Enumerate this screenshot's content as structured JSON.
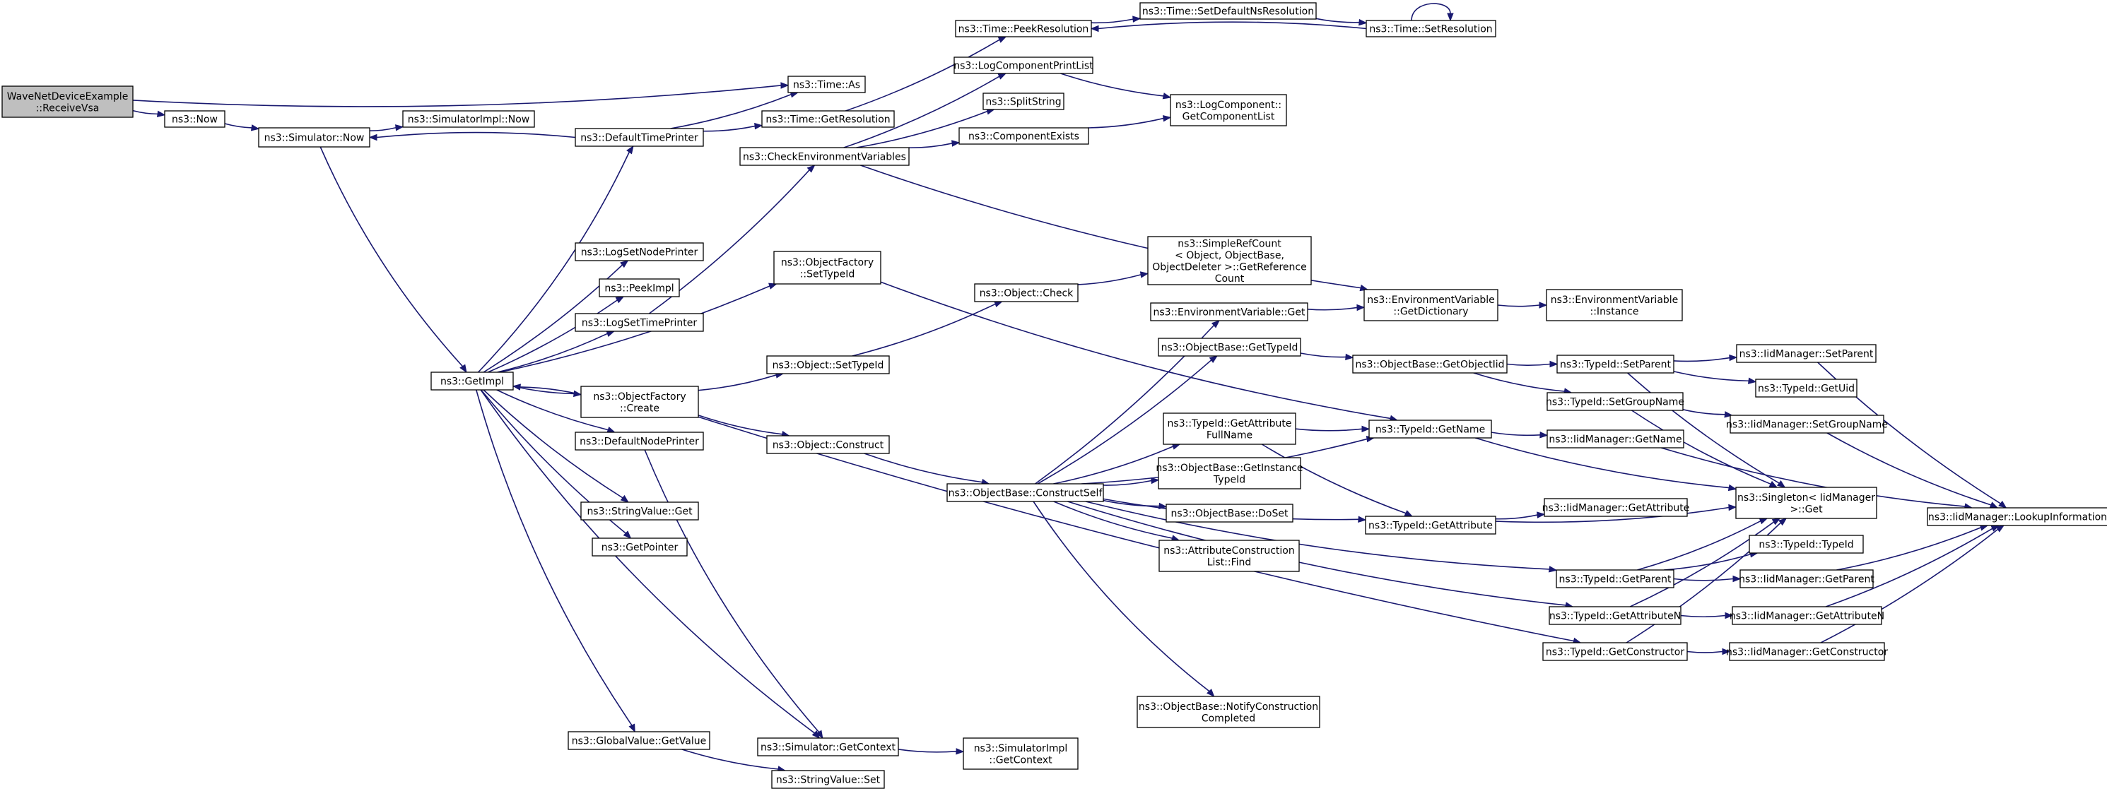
{
  "colors": {
    "node_fill": "#ffffff",
    "root_fill": "#bfbfbf",
    "node_border": "#000000",
    "edge": "#191970"
  },
  "nodes": [
    {
      "id": "receive",
      "lines": [
        "WaveNetDeviceExample",
        "::ReceiveVsa"
      ],
      "root": true
    },
    {
      "id": "now",
      "lines": [
        "ns3::Now"
      ]
    },
    {
      "id": "simnow",
      "lines": [
        "ns3::Simulator::Now"
      ]
    },
    {
      "id": "simimplnow",
      "lines": [
        "ns3::SimulatorImpl::Now"
      ]
    },
    {
      "id": "defprinter",
      "lines": [
        "ns3::DefaultTimePrinter"
      ]
    },
    {
      "id": "timeas",
      "lines": [
        "ns3::Time::As"
      ]
    },
    {
      "id": "getres",
      "lines": [
        "ns3::Time::GetResolution"
      ]
    },
    {
      "id": "peekres",
      "lines": [
        "ns3::Time::PeekResolution"
      ]
    },
    {
      "id": "setdefns",
      "lines": [
        "ns3::Time::SetDefaultNsResolution"
      ]
    },
    {
      "id": "setres",
      "lines": [
        "ns3::Time::SetResolution"
      ]
    },
    {
      "id": "logprintlist",
      "lines": [
        "ns3::LogComponentPrintList"
      ]
    },
    {
      "id": "splitstring",
      "lines": [
        "ns3::SplitString"
      ]
    },
    {
      "id": "compexists",
      "lines": [
        "ns3::ComponentExists"
      ]
    },
    {
      "id": "getcomplist",
      "lines": [
        "ns3::LogComponent::",
        "GetComponentList"
      ]
    },
    {
      "id": "checkenv",
      "lines": [
        "ns3::CheckEnvironmentVariables"
      ]
    },
    {
      "id": "getimpl",
      "lines": [
        "ns3::GetImpl"
      ]
    },
    {
      "id": "logsetnode",
      "lines": [
        "ns3::LogSetNodePrinter"
      ]
    },
    {
      "id": "peekimpl",
      "lines": [
        "ns3::PeekImpl"
      ]
    },
    {
      "id": "logsettime",
      "lines": [
        "ns3::LogSetTimePrinter"
      ]
    },
    {
      "id": "objfacset",
      "lines": [
        "ns3::ObjectFactory",
        "::SetTypeId"
      ]
    },
    {
      "id": "objfaccreate",
      "lines": [
        "ns3::ObjectFactory",
        "::Create"
      ]
    },
    {
      "id": "defnode",
      "lines": [
        "ns3::DefaultNodePrinter"
      ]
    },
    {
      "id": "strget",
      "lines": [
        "ns3::StringValue::Get"
      ]
    },
    {
      "id": "getpointer",
      "lines": [
        "ns3::GetPointer"
      ]
    },
    {
      "id": "globalget",
      "lines": [
        "ns3::GlobalValue::GetValue"
      ]
    },
    {
      "id": "simgetctx",
      "lines": [
        "ns3::Simulator::GetContext"
      ]
    },
    {
      "id": "strset",
      "lines": [
        "ns3::StringValue::Set"
      ]
    },
    {
      "id": "implgetctx",
      "lines": [
        "ns3::SimulatorImpl",
        "::GetContext"
      ]
    },
    {
      "id": "objcheck",
      "lines": [
        "ns3::Object::Check"
      ]
    },
    {
      "id": "objsettype",
      "lines": [
        "ns3::Object::SetTypeId"
      ]
    },
    {
      "id": "objconstruct",
      "lines": [
        "ns3::Object::Construct"
      ]
    },
    {
      "id": "simplerefcount",
      "lines": [
        "ns3::SimpleRefCount",
        "< Object, ObjectBase,",
        "ObjectDeleter >::GetReference",
        "Count"
      ]
    },
    {
      "id": "envget",
      "lines": [
        "ns3::EnvironmentVariable::Get"
      ]
    },
    {
      "id": "envdict",
      "lines": [
        "ns3::EnvironmentVariable",
        "::GetDictionary"
      ]
    },
    {
      "id": "envinst",
      "lines": [
        "ns3::EnvironmentVariable",
        "::Instance"
      ]
    },
    {
      "id": "obgettype",
      "lines": [
        "ns3::ObjectBase::GetTypeId"
      ]
    },
    {
      "id": "obgetobjtid",
      "lines": [
        "ns3::ObjectBase::GetObjectIid"
      ]
    },
    {
      "id": "tidsetparent",
      "lines": [
        "ns3::TypeId::SetParent"
      ]
    },
    {
      "id": "iidsetparent",
      "lines": [
        "ns3::IidManager::SetParent"
      ]
    },
    {
      "id": "tidgetuid",
      "lines": [
        "ns3::TypeId::GetUid"
      ]
    },
    {
      "id": "tidsetgroup",
      "lines": [
        "ns3::TypeId::SetGroupName"
      ]
    },
    {
      "id": "iidsetgroup",
      "lines": [
        "ns3::IidManager::SetGroupName"
      ]
    },
    {
      "id": "tidgetattrfull",
      "lines": [
        "ns3::TypeId::GetAttribute",
        "FullName"
      ]
    },
    {
      "id": "tidgetname",
      "lines": [
        "ns3::TypeId::GetName"
      ]
    },
    {
      "id": "iidgetname",
      "lines": [
        "ns3::IidManager::GetName"
      ]
    },
    {
      "id": "singleton",
      "lines": [
        "ns3::Singleton< IidManager",
        ">::Get"
      ]
    },
    {
      "id": "lookup",
      "lines": [
        "ns3::IidManager::LookupInformation"
      ]
    },
    {
      "id": "obconstructself",
      "lines": [
        "ns3::ObjectBase::ConstructSelf"
      ]
    },
    {
      "id": "obgetinst",
      "lines": [
        "ns3::ObjectBase::GetInstance",
        "TypeId"
      ]
    },
    {
      "id": "obdoset",
      "lines": [
        "ns3::ObjectBase::DoSet"
      ]
    },
    {
      "id": "attrfind",
      "lines": [
        "ns3::AttributeConstruction",
        "List::Find"
      ]
    },
    {
      "id": "tidgetattr",
      "lines": [
        "ns3::TypeId::GetAttribute"
      ]
    },
    {
      "id": "iidgetattr",
      "lines": [
        "ns3::IidManager::GetAttribute"
      ]
    },
    {
      "id": "tidgetparent",
      "lines": [
        "ns3::TypeId::GetParent"
      ]
    },
    {
      "id": "tidtypeid",
      "lines": [
        "ns3::TypeId::TypeId"
      ]
    },
    {
      "id": "iidgetparent",
      "lines": [
        "ns3::IidManager::GetParent"
      ]
    },
    {
      "id": "tidgetattrn",
      "lines": [
        "ns3::TypeId::GetAttributeN"
      ]
    },
    {
      "id": "iidgetattrn",
      "lines": [
        "ns3::IidManager::GetAttributeN"
      ]
    },
    {
      "id": "tidgetctor",
      "lines": [
        "ns3::TypeId::GetConstructor"
      ]
    },
    {
      "id": "iidgetctor",
      "lines": [
        "ns3::IidManager::GetConstructor"
      ]
    },
    {
      "id": "notify",
      "lines": [
        "ns3::ObjectBase::NotifyConstruction",
        "Completed"
      ]
    }
  ],
  "edges": [
    [
      "receive",
      "now"
    ],
    [
      "receive",
      "timeas"
    ],
    [
      "now",
      "simnow"
    ],
    [
      "simnow",
      "simimplnow"
    ],
    [
      "simnow",
      "getimpl"
    ],
    [
      "defprinter",
      "simnow"
    ],
    [
      "defprinter",
      "timeas"
    ],
    [
      "defprinter",
      "getres"
    ],
    [
      "getres",
      "peekres"
    ],
    [
      "peekres",
      "setdefns"
    ],
    [
      "setdefns",
      "setres"
    ],
    [
      "setres",
      "peekres"
    ],
    [
      "setres",
      "setres"
    ],
    [
      "checkenv",
      "logprintlist"
    ],
    [
      "checkenv",
      "splitstring"
    ],
    [
      "checkenv",
      "compexists"
    ],
    [
      "checkenv",
      "envdict"
    ],
    [
      "logprintlist",
      "getcomplist"
    ],
    [
      "compexists",
      "getcomplist"
    ],
    [
      "getimpl",
      "defprinter"
    ],
    [
      "getimpl",
      "logsetnode"
    ],
    [
      "getimpl",
      "peekimpl"
    ],
    [
      "getimpl",
      "logsettime"
    ],
    [
      "getimpl",
      "objfacset"
    ],
    [
      "getimpl",
      "objfaccreate"
    ],
    [
      "getimpl",
      "defnode"
    ],
    [
      "getimpl",
      "strget"
    ],
    [
      "getimpl",
      "getpointer"
    ],
    [
      "getimpl",
      "globalget"
    ],
    [
      "getimpl",
      "simgetctx"
    ],
    [
      "logsettime",
      "checkenv"
    ],
    [
      "objfacset",
      "tidgetname"
    ],
    [
      "objfaccreate",
      "objsettype"
    ],
    [
      "objfaccreate",
      "objconstruct"
    ],
    [
      "objfaccreate",
      "tidgetctor"
    ],
    [
      "objfaccreate",
      "getimpl"
    ],
    [
      "defnode",
      "simgetctx"
    ],
    [
      "globalget",
      "strset"
    ],
    [
      "simgetctx",
      "implgetctx"
    ],
    [
      "objsettype",
      "objcheck"
    ],
    [
      "objcheck",
      "simplerefcount"
    ],
    [
      "objconstruct",
      "obconstructself"
    ],
    [
      "obconstructself",
      "envget"
    ],
    [
      "obconstructself",
      "obgettype"
    ],
    [
      "obconstructself",
      "tidgetname"
    ],
    [
      "obconstructself",
      "tidgetattrfull"
    ],
    [
      "obconstructself",
      "obgetinst"
    ],
    [
      "obconstructself",
      "obdoset"
    ],
    [
      "obconstructself",
      "attrfind"
    ],
    [
      "obconstructself",
      "tidgetattr"
    ],
    [
      "obconstructself",
      "tidgetparent"
    ],
    [
      "obconstructself",
      "tidgetattrn"
    ],
    [
      "obconstructself",
      "notify"
    ],
    [
      "envget",
      "envdict"
    ],
    [
      "envdict",
      "envinst"
    ],
    [
      "obgettype",
      "obgetobjtid"
    ],
    [
      "obgetobjtid",
      "tidsetparent"
    ],
    [
      "obgetobjtid",
      "tidsetgroup"
    ],
    [
      "tidsetparent",
      "iidsetparent"
    ],
    [
      "tidsetparent",
      "tidgetuid"
    ],
    [
      "tidsetparent",
      "singleton"
    ],
    [
      "tidsetgroup",
      "iidsetgroup"
    ],
    [
      "tidsetgroup",
      "singleton"
    ],
    [
      "tidgetattrfull",
      "tidgetname"
    ],
    [
      "tidgetattrfull",
      "tidgetattr"
    ],
    [
      "tidgetname",
      "iidgetname"
    ],
    [
      "tidgetname",
      "singleton"
    ],
    [
      "tidgetattr",
      "iidgetattr"
    ],
    [
      "tidgetattr",
      "singleton"
    ],
    [
      "tidgetparent",
      "tidtypeid"
    ],
    [
      "tidgetparent",
      "iidgetparent"
    ],
    [
      "tidgetparent",
      "singleton"
    ],
    [
      "tidgetattrn",
      "iidgetattrn"
    ],
    [
      "tidgetattrn",
      "singleton"
    ],
    [
      "tidgetctor",
      "iidgetctor"
    ],
    [
      "tidgetctor",
      "singleton"
    ],
    [
      "iidsetparent",
      "lookup"
    ],
    [
      "iidsetgroup",
      "lookup"
    ],
    [
      "iidgetname",
      "lookup"
    ],
    [
      "iidgetparent",
      "lookup"
    ],
    [
      "iidgetattrn",
      "lookup"
    ],
    [
      "iidgetctor",
      "lookup"
    ]
  ]
}
